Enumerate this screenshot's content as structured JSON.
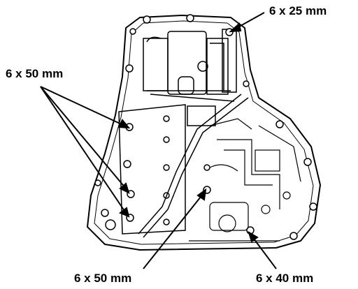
{
  "callouts": {
    "top_right": "6 x 25 mm",
    "top_left": "6 x 50 mm",
    "bottom_center": "6 x 50 mm",
    "bottom_right": "6 x 40 mm"
  }
}
